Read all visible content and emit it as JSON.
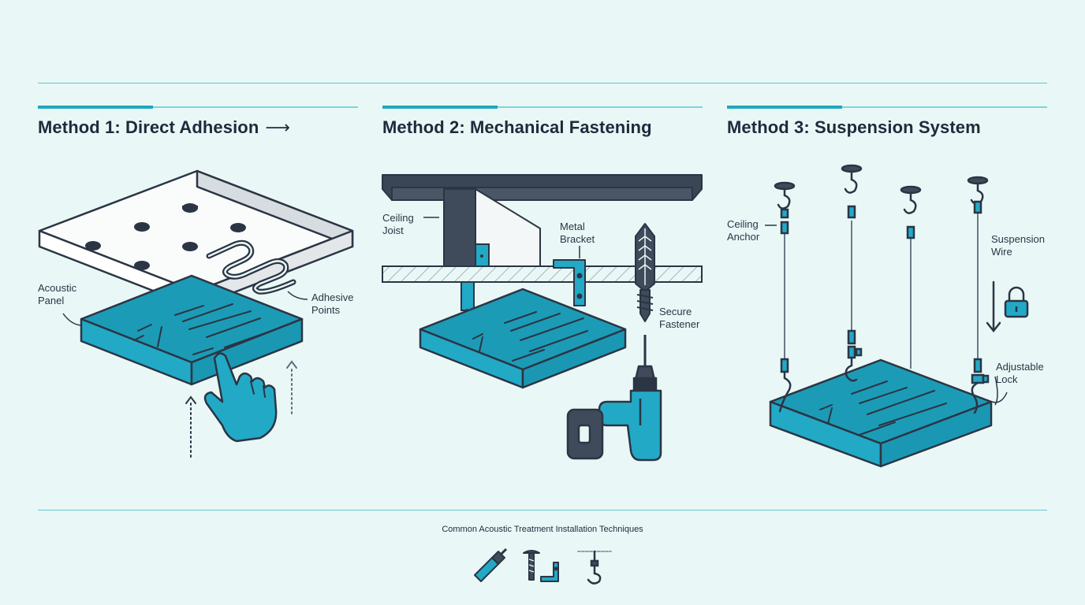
{
  "methods": [
    {
      "title": "Method 1: Direct Adhesion",
      "arrow": "⟶",
      "labels": {
        "acoustic_panel": [
          "Acoustic",
          "Panel"
        ],
        "adhesive_points": [
          "Adhesive",
          "Points"
        ]
      }
    },
    {
      "title": "Method 2: Mechanical Fastening",
      "labels": {
        "ceiling_joist": [
          "Ceiling",
          "Joist"
        ],
        "metal_bracket": [
          "Metal",
          "Bracket"
        ],
        "secure_fastener": [
          "Secure",
          "Fastener"
        ]
      }
    },
    {
      "title": "Method 3: Suspension System",
      "labels": {
        "ceiling_anchor": [
          "Ceiling",
          "Anchor"
        ],
        "suspension_wire": [
          "Suspension",
          "Wire"
        ],
        "adjustable_lock": [
          "Adjustable",
          "Lock"
        ]
      }
    }
  ],
  "footer": {
    "caption": "Common Acoustic Treatment Installation Techniques",
    "icons": [
      "adhesive-tube-icon",
      "screw-bracket-icon",
      "hook-icon"
    ]
  },
  "colors": {
    "background": "#e9f8f6",
    "panel": "#22a9c6",
    "panel_top": "#1c9bb6",
    "dark": "#2b3544",
    "rule": "#5fc8cf",
    "accent": "#1fa8bd"
  }
}
